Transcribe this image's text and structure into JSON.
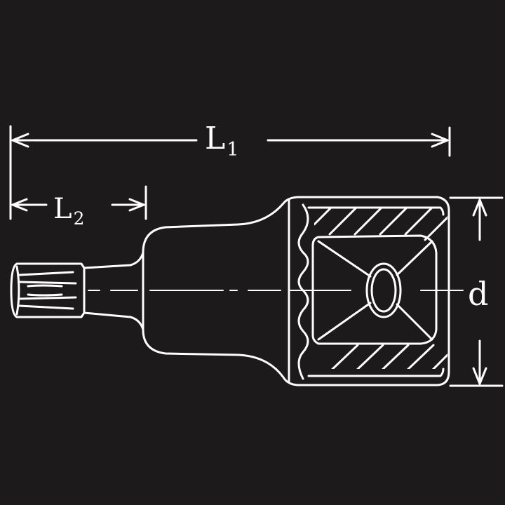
{
  "dimensions": {
    "l1": {
      "symbol": "L",
      "index": "1"
    },
    "l2": {
      "symbol": "L",
      "index": "2"
    },
    "d": {
      "symbol": "d"
    }
  },
  "colors": {
    "background": "#1c1a1a",
    "line": "#ffffff"
  }
}
